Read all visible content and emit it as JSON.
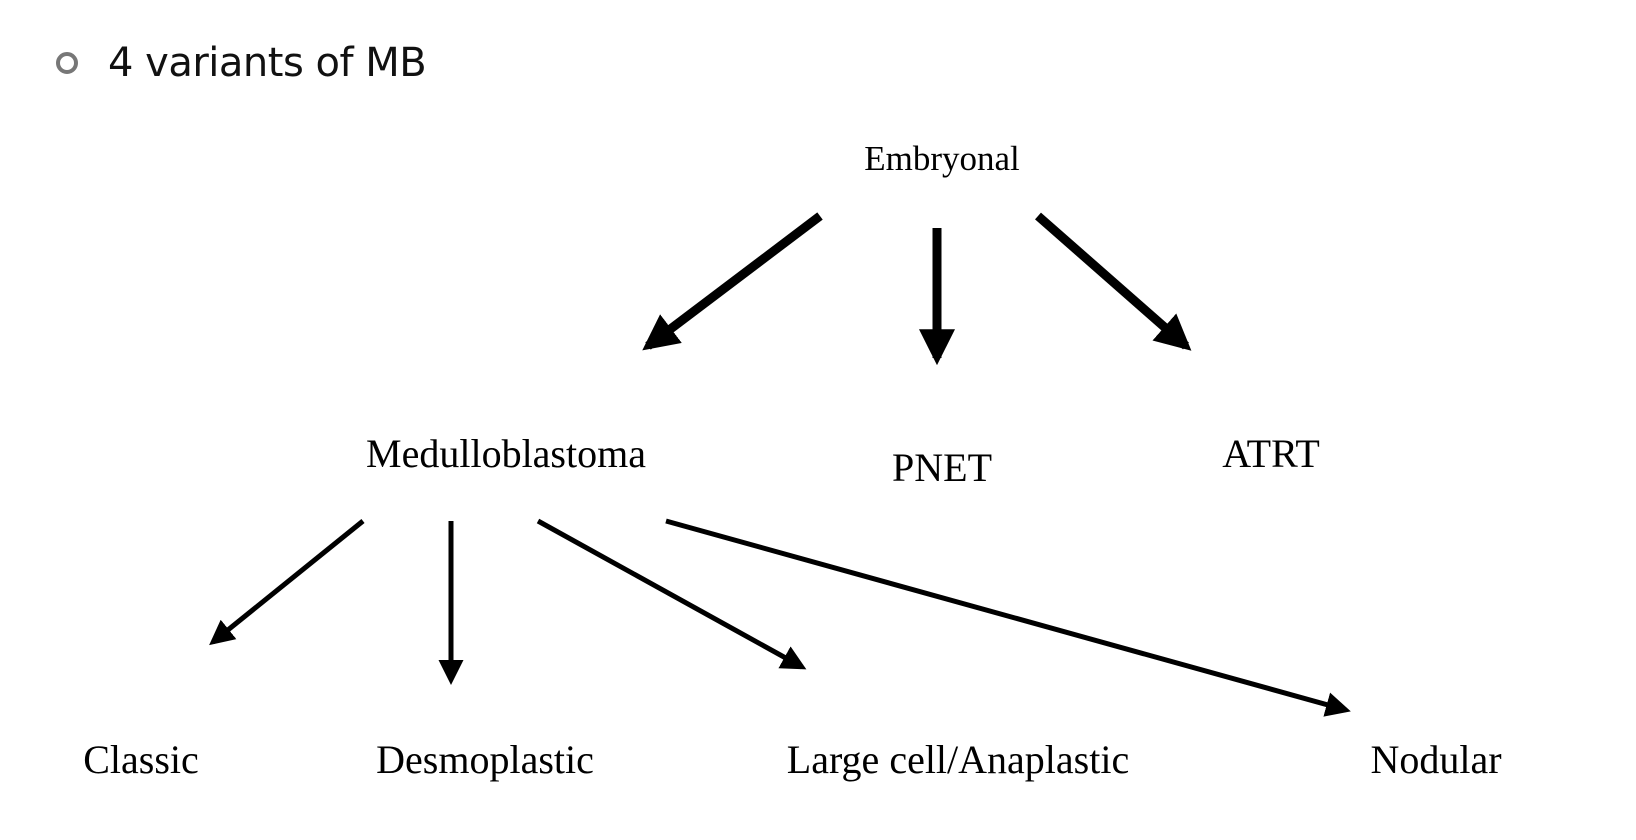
{
  "bullet": {
    "icon": "hollow-circle-bullet",
    "text": "4 variants of MB"
  },
  "diagram": {
    "nodes": {
      "embryonal": "Embryonal",
      "medulloblastoma": "Medulloblastoma",
      "pnet": "PNET",
      "atrt": "ATRT",
      "classic": "Classic",
      "desmoplastic": "Desmoplastic",
      "large_cell": "Large cell/Anaplastic",
      "nodular": "Nodular"
    },
    "edges": [
      {
        "from": "Embryonal",
        "to": "Medulloblastoma"
      },
      {
        "from": "Embryonal",
        "to": "PNET"
      },
      {
        "from": "Embryonal",
        "to": "ATRT"
      },
      {
        "from": "Medulloblastoma",
        "to": "Classic"
      },
      {
        "from": "Medulloblastoma",
        "to": "Desmoplastic"
      },
      {
        "from": "Medulloblastoma",
        "to": "Large cell/Anaplastic"
      },
      {
        "from": "Medulloblastoma",
        "to": "Nodular"
      }
    ]
  }
}
